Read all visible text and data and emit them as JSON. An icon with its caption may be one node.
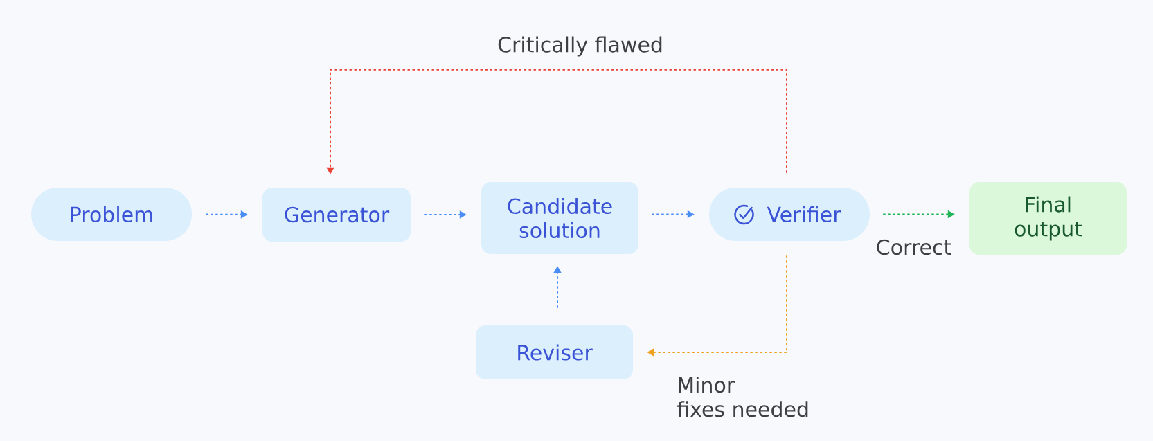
{
  "diagram": {
    "nodes": [
      {
        "text": [
          "Problem"
        ]
      },
      {
        "text": [
          "Generator"
        ]
      },
      {
        "text": [
          "Candidate solution"
        ]
      },
      {
        "text": [
          "Verifier"
        ]
      },
      {
        "text": [
          "Final output"
        ]
      },
      {
        "text": [
          "Reviser"
        ]
      }
    ],
    "edges": [
      {
        "from": 0,
        "to": 1,
        "arrow": "to"
      },
      {
        "from": 1,
        "to": 2,
        "arrow": "to"
      },
      {
        "from": 2,
        "to": 3,
        "arrow": "to"
      },
      {
        "from": 3,
        "to": 4,
        "arrow": "to",
        "label": "Correct",
        "color": "#1fb556"
      },
      {
        "from": 3,
        "to": 1,
        "arrow": "to",
        "label": "Critically flawed",
        "color": "#ea4335"
      },
      {
        "from": 3,
        "to": 5,
        "arrow": "to",
        "label": "Minor fixes needed",
        "color": "#eea21f"
      },
      {
        "from": 5,
        "to": 2,
        "arrow": "to"
      }
    ]
  }
}
